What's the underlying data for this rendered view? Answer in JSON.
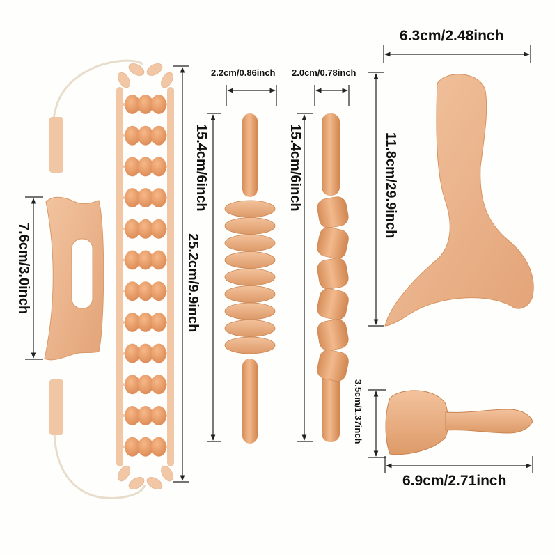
{
  "title": "Wood Therapy Massage Tools Set - Dimensions",
  "colors": {
    "background": "#fefefc",
    "wood_light": "#f0c09a",
    "wood_mid": "#e2a070",
    "wood_dark": "#c9834f",
    "bead": "#e89a64",
    "cord": "#ede3d4",
    "line": "#222222"
  },
  "products": [
    {
      "id": "bead-belt",
      "name": "Wooden massage roller belt with handles",
      "bead_rows": 12,
      "beads_per_row": 3
    },
    {
      "id": "curved-board",
      "name": "Curved gua sha board with handle slot"
    },
    {
      "id": "wheel-roller",
      "name": "Wheel roller stick",
      "wheels": 9
    },
    {
      "id": "cube-roller",
      "name": "Cube roller stick",
      "cubes": 6
    },
    {
      "id": "fishtail-board",
      "name": "Fishtail shaped wooden paddle"
    },
    {
      "id": "massage-cup",
      "name": "Wooden Swedish massage cup"
    }
  ],
  "dimensions": {
    "fishtail_width": "6.3cm/2.48inch",
    "fishtail_height": "11.8cm/29.9inch",
    "wheel_roller_width": "2.2cm/0.86inch",
    "wheel_roller_length": "15.4cm/6inch",
    "cube_roller_width": "2.0cm/0.78inch",
    "cube_roller_length": "15.4cm/6inch",
    "belt_length": "25.2cm/9.9inch",
    "board_height": "7.6cm/3.0inch",
    "cup_height": "3.5cm/1.37inch",
    "cup_length": "6.9cm/2.71inch"
  }
}
